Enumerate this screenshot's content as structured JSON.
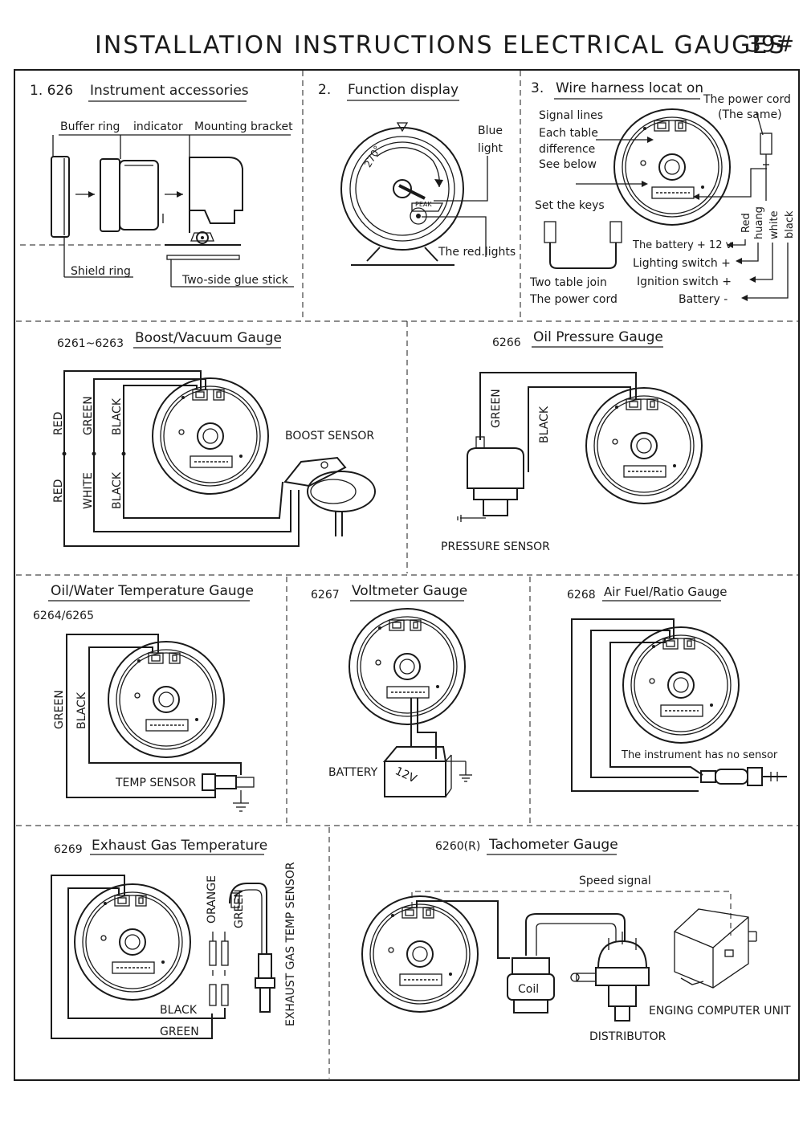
{
  "header": {
    "title": "INSTALLATION INSTRUCTIONS ELECTRICAL GAUGES",
    "page_no": "39#"
  },
  "panel_accessories": {
    "heading_num": "1. 626",
    "heading": "Instrument accessories",
    "buffer_ring": "Buffer ring",
    "indicator": "indicator",
    "mounting_bracket": "Mounting bracket",
    "shield_ring": "Shield ring",
    "glue_stick": "Two-side glue stick"
  },
  "panel_function": {
    "heading_num": "2.",
    "heading": "Function display",
    "blue_light_1": "Blue",
    "blue_light_2": "light",
    "red_lights": "The red.lights",
    "angle": "270°",
    "peak": "PEAK"
  },
  "panel_harness": {
    "heading_num": "3.",
    "heading": "Wire harness locat on",
    "power_cord": "The power cord",
    "the_same": "(The same)",
    "signal_lines": "Signal lines",
    "each_table": "Each table",
    "difference": "difference",
    "see_below": "See below",
    "set_keys": "Set the keys",
    "battery_12v": "The battery + 12 v",
    "lighting": "Lighting switch +",
    "ignition": "Ignition switch +",
    "battery_neg": "Battery -",
    "two_table": "Two table join",
    "power_cord_2": "The power cord",
    "wire_red": "Red",
    "wire_huang": "huang",
    "wire_white": "white",
    "wire_black": "black"
  },
  "panel_boost": {
    "code": "6261~6263",
    "heading": "Boost/Vacuum Gauge",
    "sensor": "BOOST SENSOR",
    "red1": "RED",
    "green": "GREEN",
    "black1": "BLACK",
    "red2": "RED",
    "white": "WHITE",
    "black2": "BLACK"
  },
  "panel_oil": {
    "code": "6266",
    "heading": "Oil Pressure Gauge",
    "green": "GREEN",
    "black": "BLACK",
    "sensor": "PRESSURE SENSOR"
  },
  "panel_temp": {
    "heading": "Oil/Water Temperature Gauge",
    "code": "6264/6265",
    "green": "GREEN",
    "black": "BLACK",
    "sensor": "TEMP SENSOR"
  },
  "panel_volt": {
    "code": "6267",
    "heading": "Voltmeter Gauge",
    "battery": "BATTERY",
    "battery_label": "12V"
  },
  "panel_afr": {
    "code": "6268",
    "heading": "Air Fuel/Ratio Gauge",
    "note": "The instrument has no sensor"
  },
  "panel_egt": {
    "code": "6269",
    "heading": "Exhaust Gas Temperature",
    "orange": "ORANGE",
    "green_v": "GREEN",
    "black": "BLACK",
    "green": "GREEN",
    "sensor": "EXHAUST GAS TEMP SENSOR"
  },
  "panel_tach": {
    "code": "6260(R)",
    "heading": "Tachometer Gauge",
    "speed_signal": "Speed signal",
    "coil": "Coil",
    "distributor": "DISTRIBUTOR",
    "ecu": "ENGING COMPUTER UNIT"
  }
}
